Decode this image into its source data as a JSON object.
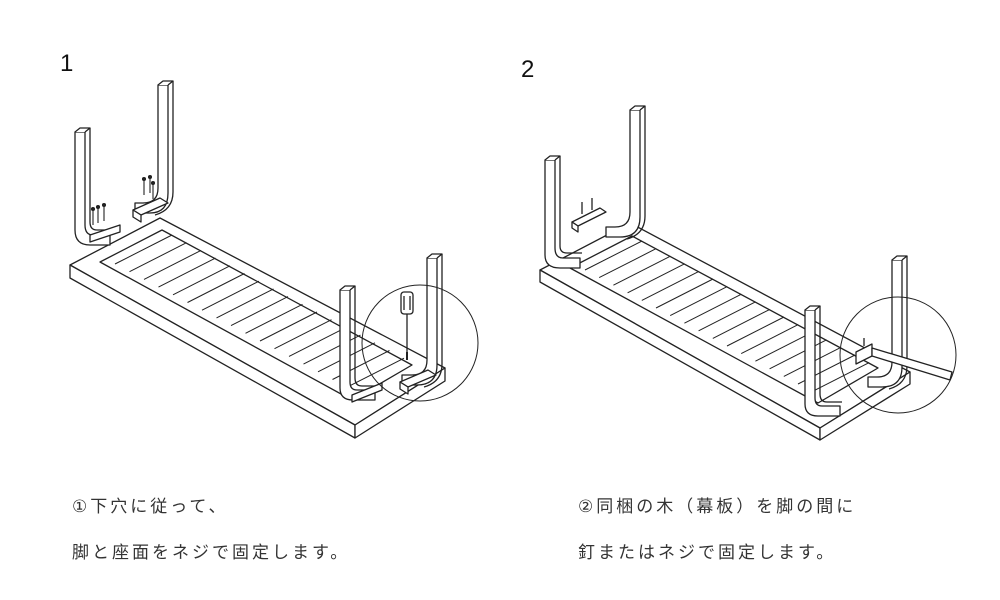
{
  "steps": [
    {
      "number": "1",
      "caption_lines": [
        "①下穴に従って、",
        "脚と座面をネジで固定します。"
      ],
      "tool_icon": "screwdriver-icon"
    },
    {
      "number": "2",
      "caption_lines": [
        "②同梱の木（幕板）を脚の間に",
        "釘またはネジで固定します。"
      ],
      "tool_icon": "hammer-icon"
    }
  ]
}
